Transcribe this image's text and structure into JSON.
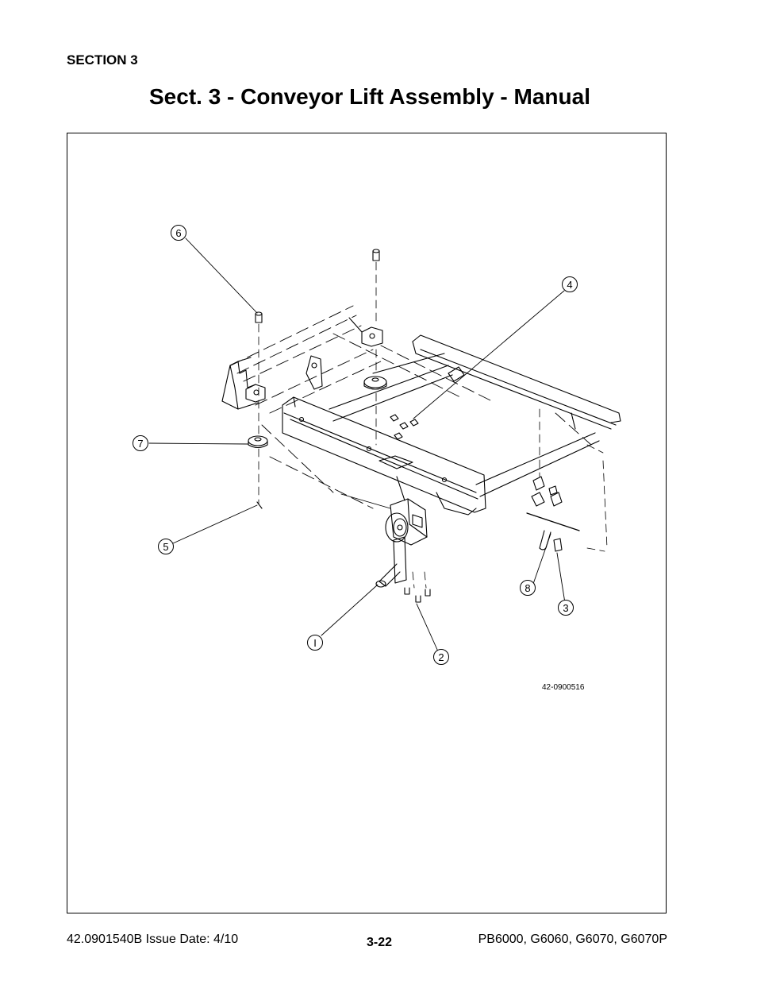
{
  "header": {
    "section": "SECTION 3",
    "title": "Sect. 3 - Conveyor Lift Assembly - Manual"
  },
  "figure": {
    "drawing_number": "42-0900516",
    "callouts": [
      "6",
      "4",
      "7",
      "5",
      "8",
      "3",
      "I",
      "2"
    ]
  },
  "footer": {
    "doc_number": "42.0901540B  Issue Date: 4/10",
    "page_number": "3-22",
    "models": "PB6000, G6060, G6070, G6070P"
  }
}
